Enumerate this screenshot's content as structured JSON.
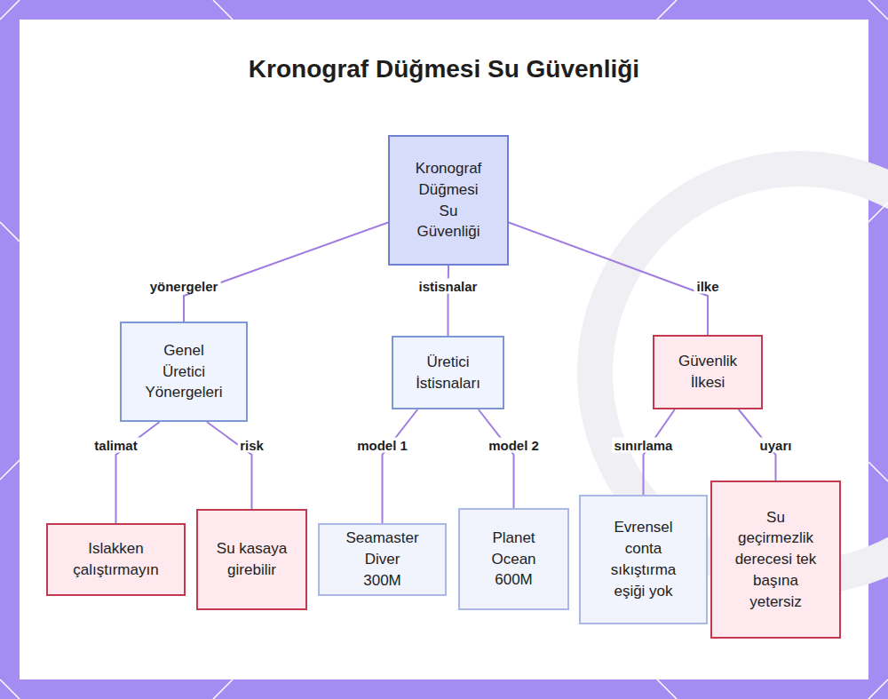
{
  "diagram": {
    "title": "Kronograf Düğmesi Su Güvenliği",
    "nodes": [
      {
        "text": [
          "Kronograf Düğmesi Su Güvenliği"
        ]
      },
      {
        "text": [
          "Genel Üretici Yönergeleri"
        ]
      },
      {
        "text": [
          "Üretici İstisnaları"
        ]
      },
      {
        "text": [
          "Güvenlik İlkesi"
        ]
      },
      {
        "text": [
          "Islakken çalıştırmayın"
        ]
      },
      {
        "text": [
          "Su kasaya girebilir"
        ]
      },
      {
        "text": [
          "Seamaster Diver 300M"
        ]
      },
      {
        "text": [
          "Planet Ocean 600M"
        ]
      },
      {
        "text": [
          "Evrensel conta sıkıştırma eşiği yok"
        ]
      },
      {
        "text": [
          "Su geçirmezlik derecesi tek başına yetersiz"
        ]
      }
    ],
    "edges": [
      {
        "from": 0,
        "to": 1,
        "label": "yönergeler",
        "arrow": "none"
      },
      {
        "from": 0,
        "to": 2,
        "label": "istisnalar",
        "arrow": "none"
      },
      {
        "from": 0,
        "to": 3,
        "label": "ilke",
        "arrow": "none"
      },
      {
        "from": 1,
        "to": 4,
        "label": "talimat",
        "arrow": "none"
      },
      {
        "from": 1,
        "to": 5,
        "label": "risk",
        "arrow": "none"
      },
      {
        "from": 2,
        "to": 6,
        "label": "model 1",
        "arrow": "none"
      },
      {
        "from": 2,
        "to": 7,
        "label": "model 2",
        "arrow": "none"
      },
      {
        "from": 3,
        "to": 8,
        "label": "sınırlama",
        "arrow": "none"
      },
      {
        "from": 3,
        "to": 9,
        "label": "uyarı",
        "arrow": "none"
      }
    ]
  }
}
